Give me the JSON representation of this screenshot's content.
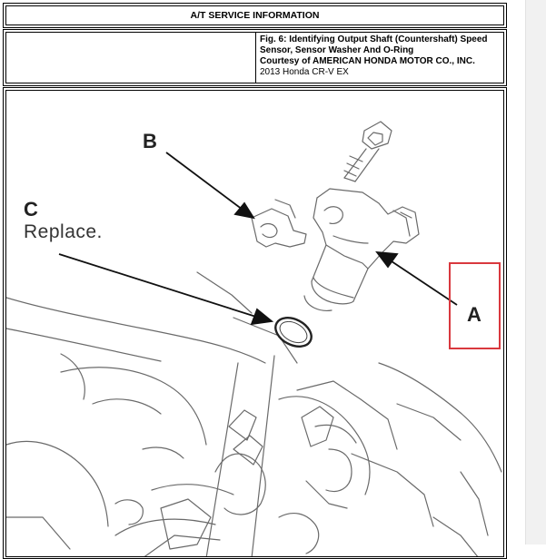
{
  "header": {
    "title": "A/T SERVICE INFORMATION"
  },
  "info": {
    "figure_caption": "Fig. 6: Identifying Output Shaft (Countershaft) Speed Sensor, Sensor Washer And O-Ring",
    "courtesy": "Courtesy of AMERICAN HONDA MOTOR CO., INC.",
    "vehicle": "2013 Honda CR-V EX"
  },
  "figure": {
    "label_a": "A",
    "label_b": "B",
    "label_c": "C",
    "label_c_note": "Replace."
  },
  "colors": {
    "highlight": "#d9383e",
    "border": "#000000",
    "drawing_line": "#555555"
  }
}
